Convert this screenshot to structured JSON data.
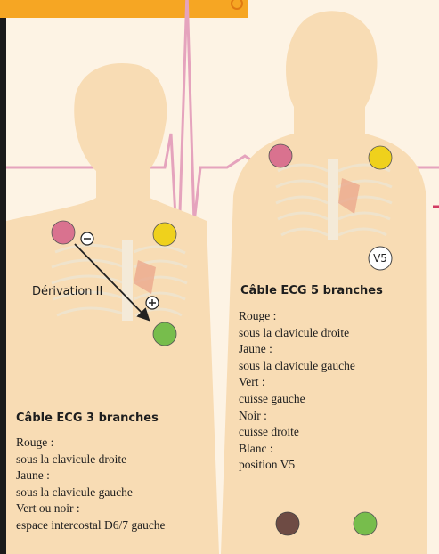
{
  "colors": {
    "background": "#fdf3e4",
    "skin": "#f8dcb4",
    "ecg_trace": "#e5a3bd",
    "electrode_red": "#d9728f",
    "electrode_yellow": "#efd11c",
    "electrode_green": "#77bd4c",
    "electrode_black": "#6e4b44",
    "electrode_white": "#ffffff",
    "orange_bar": "#f6a623"
  },
  "figure_left": {
    "lead_label": "Dérivation II",
    "minus_symbol": "⊖",
    "plus_symbol": "⊕",
    "legend": {
      "title": "Câble ECG 3 branches",
      "lines": [
        "Rouge :",
        "sous la clavicule droite",
        "Jaune :",
        "sous la clavicule gauche",
        "Vert ou noir :",
        "espace intercostal D6/7 gauche"
      ]
    },
    "electrodes": [
      {
        "name": "rouge",
        "color": "#d9728f"
      },
      {
        "name": "jaune",
        "color": "#efd11c"
      },
      {
        "name": "vert",
        "color": "#77bd4c"
      }
    ]
  },
  "figure_right": {
    "v5_label": "V5",
    "legend": {
      "title": "Câble ECG 5 branches",
      "lines": [
        "Rouge :",
        "sous la clavicule droite",
        "Jaune :",
        "sous la clavicule gauche",
        "Vert :",
        "cuisse gauche",
        "Noir :",
        "cuisse droite",
        "Blanc :",
        "position V5"
      ]
    },
    "electrodes": [
      {
        "name": "rouge",
        "color": "#d9728f"
      },
      {
        "name": "jaune",
        "color": "#efd11c"
      },
      {
        "name": "noir",
        "color": "#6e4b44"
      },
      {
        "name": "vert",
        "color": "#77bd4c"
      },
      {
        "name": "blanc",
        "color": "#ffffff"
      }
    ]
  }
}
